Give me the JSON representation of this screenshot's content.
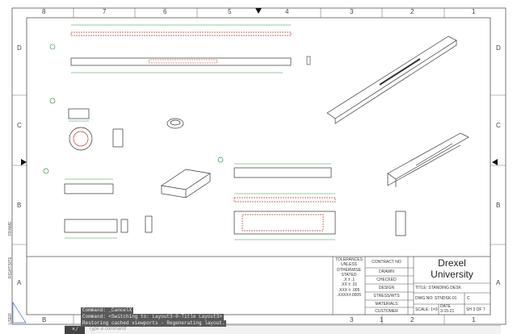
{
  "sheet": {
    "zones_columns": [
      "8",
      "7",
      "6",
      "5",
      "4",
      "3",
      "2",
      "1"
    ],
    "zones_rows": [
      "D",
      "C",
      "B",
      "A"
    ],
    "bottom_zone_labels": [
      "B",
      "3",
      "1",
      "2",
      "1"
    ]
  },
  "side_tabs": [
    "FRAME",
    "RIGHTSITE",
    "USER"
  ],
  "title_block": {
    "tolerances": [
      "TOLERANCES",
      "UNLESS",
      "OTHERWISE",
      "STATED",
      ".X ± .1",
      ".XX ± .01",
      ".XXX ± .005",
      ".XXXX±.0005"
    ],
    "fields": [
      "CONTRACT NO",
      "DRAWN",
      "CHECKED",
      "DESIGN",
      "STRESS/WTS",
      "MATERIALS",
      "CUSTOMER"
    ],
    "org_line1": "Drexel",
    "org_line2": "University",
    "title": "TITLE: STANDING DESK",
    "dwg_no": "DWG NO: STNDSK-01",
    "size": "C",
    "scale": "SCALE: 1=3",
    "date_label": "DATE",
    "date": "3-15-21",
    "sheet": "SH 3 OF 7"
  },
  "command": {
    "history": [
      "Command: _CancelX",
      "Command:  <Switching to: Layout3-0-Title Layout3>",
      "Restoring cached viewports - Regenerating layout."
    ],
    "placeholder": "Type a command",
    "buttons": "× ⁄"
  },
  "colors": {
    "dimension": "#2e9a3e",
    "hidden": "#c0392b",
    "line": "#333333"
  }
}
